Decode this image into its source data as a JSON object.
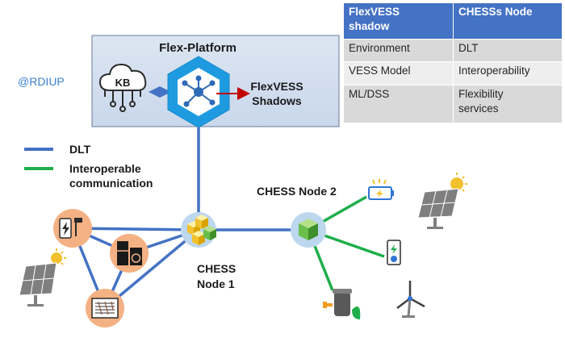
{
  "handle": "@RDIUP",
  "platform": {
    "title": "Flex-Platform",
    "kb_label": "KB",
    "shadows_label_line1": "FlexVESS",
    "shadows_label_line2": "Shadows"
  },
  "legend": {
    "dlt_label": "DLT",
    "interop_label_line1": "Interoperable",
    "interop_label_line2": "communication",
    "dlt_color": "#4472c4",
    "interop_color": "#1fae4b"
  },
  "nodes": {
    "node1_line1": "CHESS",
    "node1_line2": "Node 1",
    "node2_label": "CHESS Node 2"
  },
  "table": {
    "headers": [
      {
        "line1": "FlexVESS",
        "line2": "shadow"
      },
      {
        "line1": "CHESSs Node",
        "line2": ""
      }
    ],
    "rows": [
      {
        "c1": "Environment",
        "c2": "DLT",
        "c2b": ""
      },
      {
        "c1": "VESS Model",
        "c2": "Interoperability",
        "c2b": ""
      },
      {
        "c1": "ML/DSS",
        "c2": "Flexibility",
        "c2b": "services"
      }
    ]
  },
  "icons": [
    "cloud-kb-icon",
    "hexagon-network-icon",
    "battery-charger-icon",
    "fridge-washer-icon",
    "heater-icon",
    "solar-panel-icon",
    "battery-icon",
    "phone-charger-icon",
    "ev-charger-icon",
    "wind-turbine-icon",
    "cube-cluster-icon",
    "cube-icon"
  ]
}
